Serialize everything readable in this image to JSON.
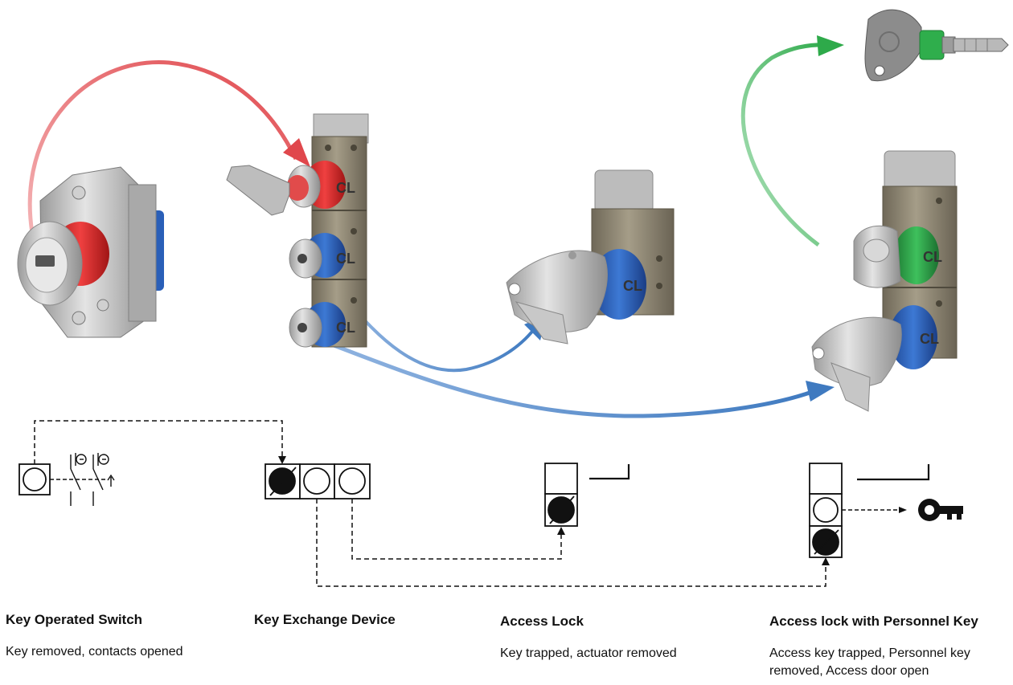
{
  "colors": {
    "red_arrow": "#e0474c",
    "green_arrow": "#2eaa4a",
    "blue_arrow": "#3f7ac0",
    "steel": "#b9b9b9",
    "bronze": "#8a8270",
    "red_collar": "#d62a2a",
    "blue_collar": "#2a5fb8",
    "green_collar": "#2da44a",
    "ink": "#111111"
  },
  "icons": [
    "key-operated-switch-illustration",
    "key-exchange-device-illustration",
    "access-lock-illustration",
    "access-lock-personnel-key-illustration",
    "personnel-key-illustration",
    "key-symbol-icon"
  ],
  "device_marking": "CL",
  "captions": [
    {
      "title": "Key Operated Switch",
      "desc": "Key removed, contacts opened"
    },
    {
      "title": "Key Exchange Device",
      "desc": ""
    },
    {
      "title": "Access Lock",
      "desc": "Key trapped, actuator removed"
    },
    {
      "title": "Access lock with Personnel Key",
      "desc": "Access key trapped, Personnel key removed, Access door open"
    }
  ]
}
